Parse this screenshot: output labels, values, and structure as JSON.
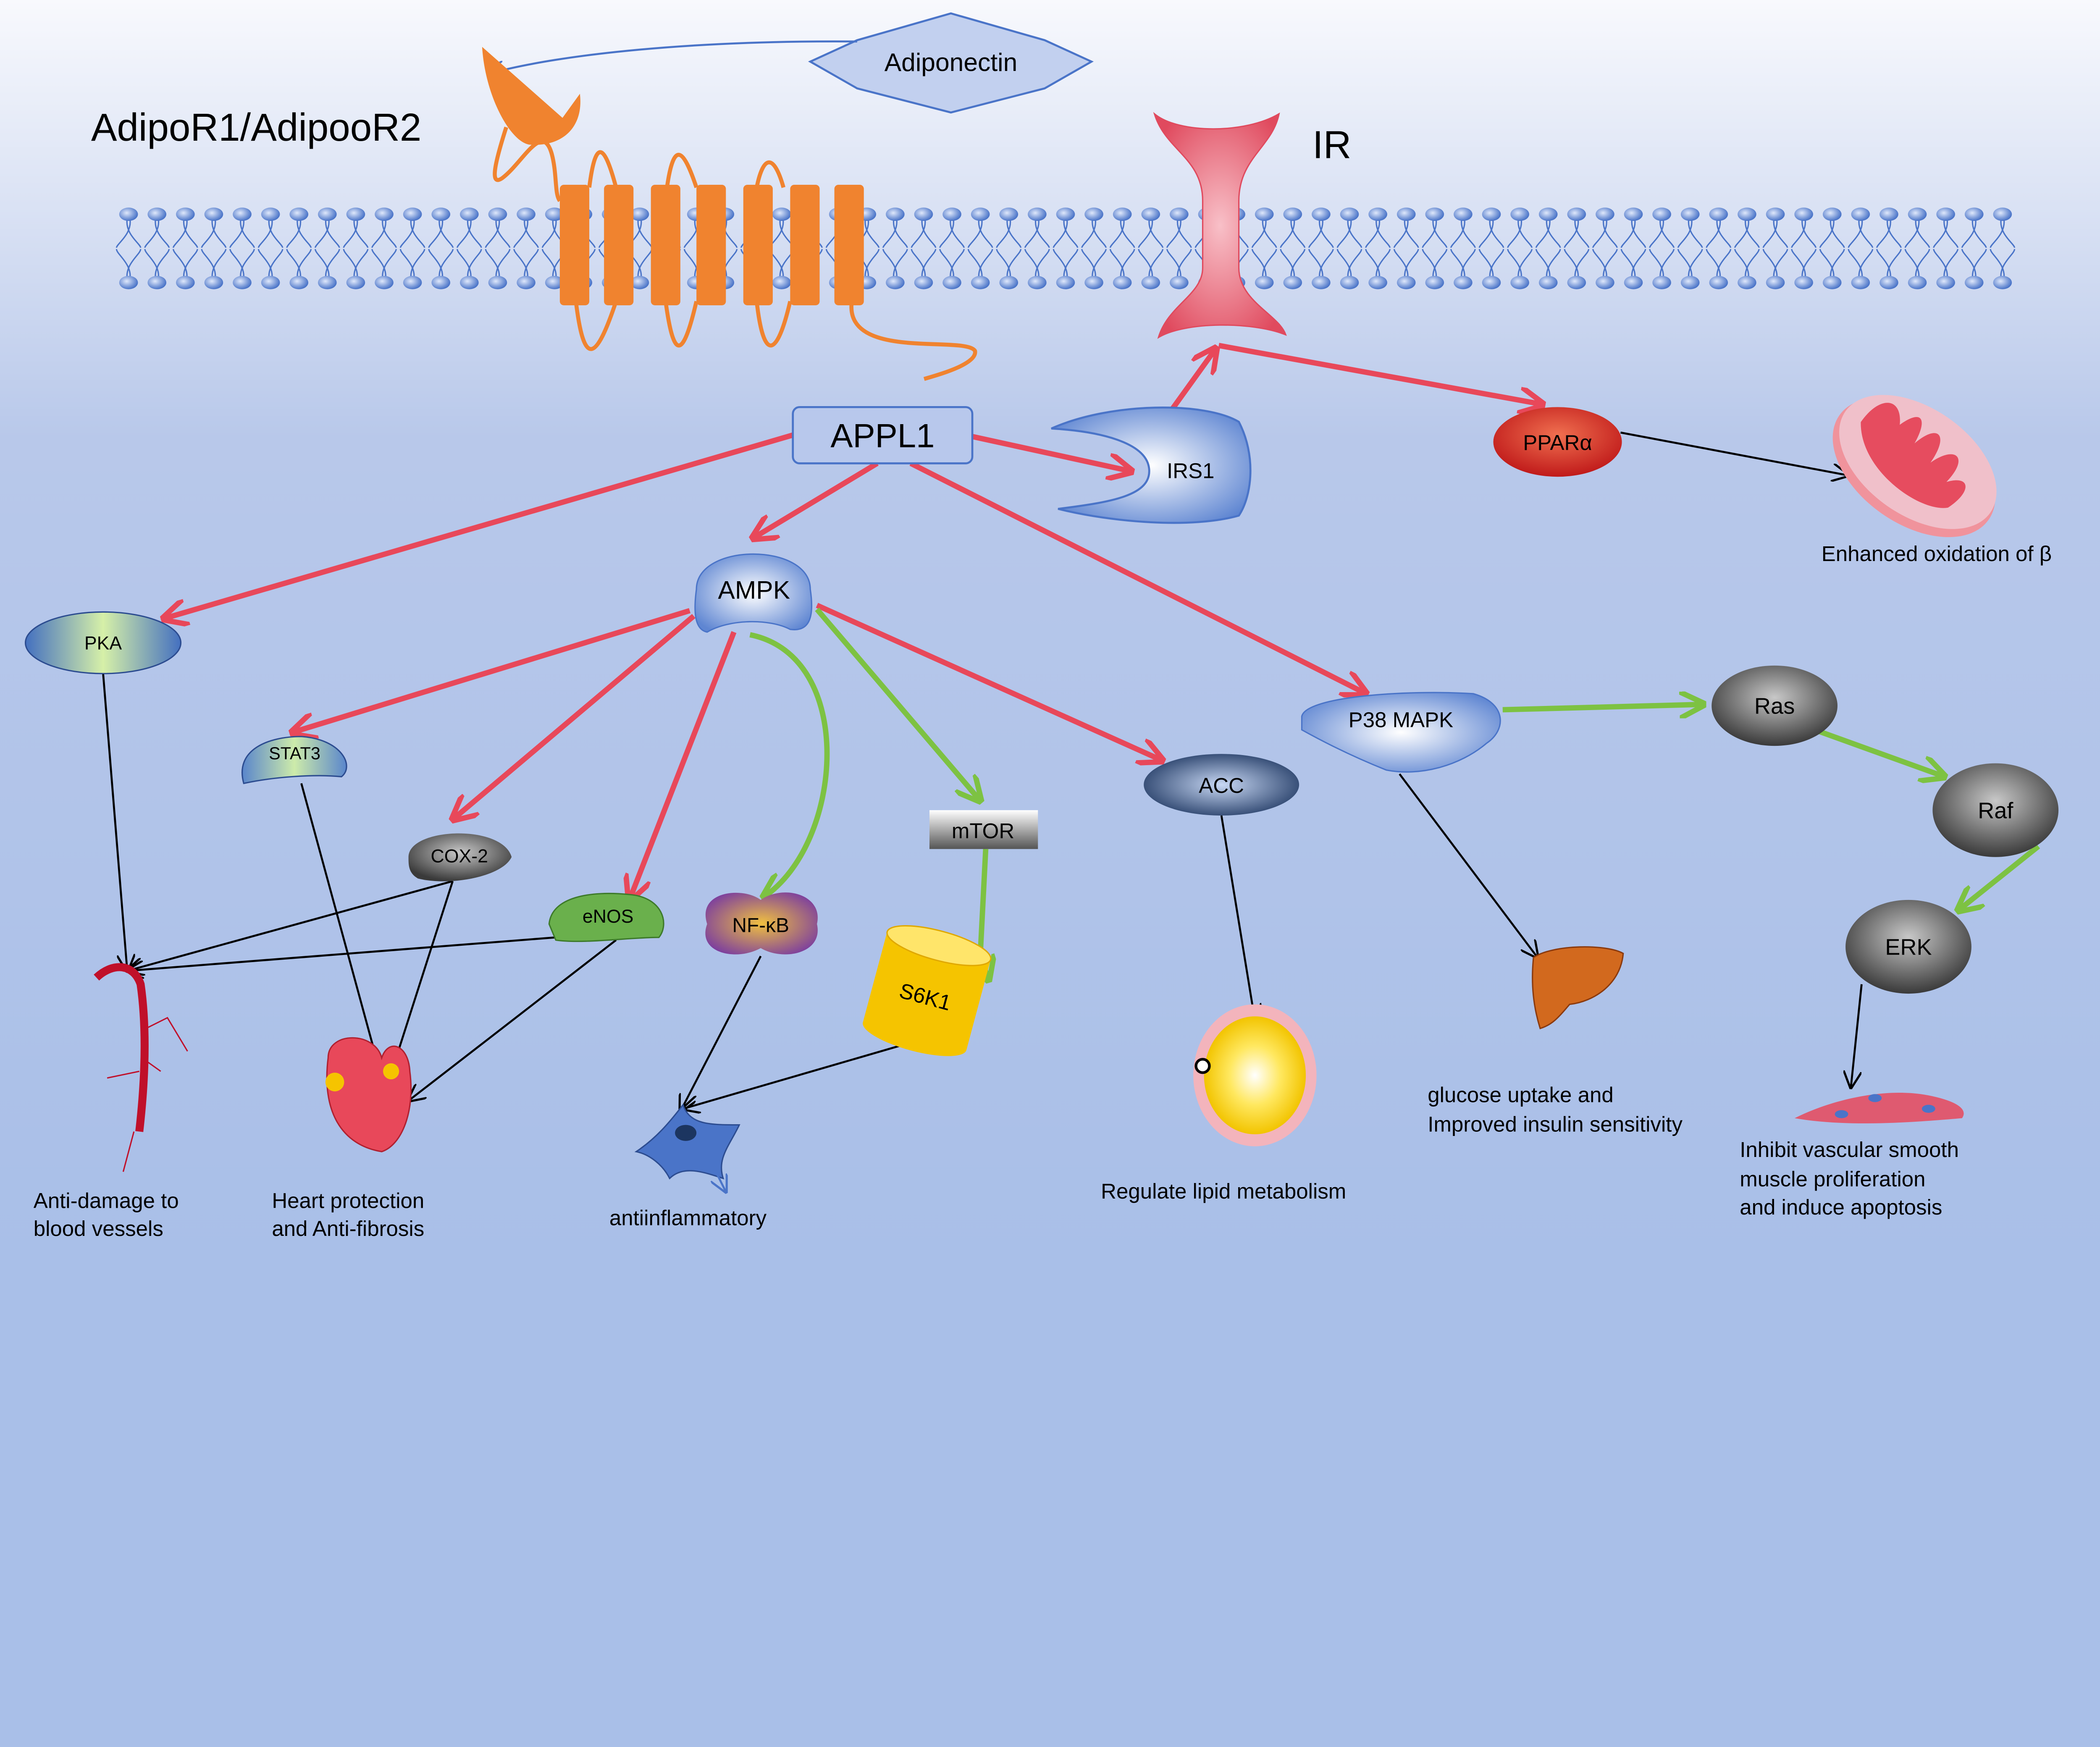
{
  "colors": {
    "activation_arrow": "#e8485a",
    "green_arrow": "#7dc242",
    "effect_arrow": "#000000",
    "receptor": "#f0832f",
    "membrane": "#4a74c8"
  },
  "ligand": {
    "label": "Adiponectin"
  },
  "receptors": {
    "adipor": "AdipoR1/AdipooR2",
    "ir": "IR"
  },
  "nodes": {
    "appl1": "APPL1",
    "irs1": "IRS1",
    "ppara": "PPARα",
    "ampk": "AMPK",
    "pka": "PKA",
    "stat3": "STAT3",
    "cox2": "COX-2",
    "enos": "eNOS",
    "nfkb": "NF-κB",
    "mtor": "mTOR",
    "s6k1": "S6K1",
    "acc": "ACC",
    "p38": "P38 MAPK",
    "ras": "Ras",
    "raf": "Raf",
    "erk": "ERK"
  },
  "outcomes": {
    "beta_oxidation": "Enhanced oxidation of β",
    "vessels": [
      "Anti-damage to",
      "blood vessels"
    ],
    "heart": [
      "Heart protection",
      "and Anti-fibrosis"
    ],
    "inflammation": "antiinflammatory",
    "lipid": "Regulate lipid metabolism",
    "glucose": [
      "glucose uptake and",
      "Improved insulin sensitivity"
    ],
    "vsmc": [
      "Inhibit vascular smooth",
      "muscle proliferation",
      "and induce apoptosis"
    ]
  }
}
